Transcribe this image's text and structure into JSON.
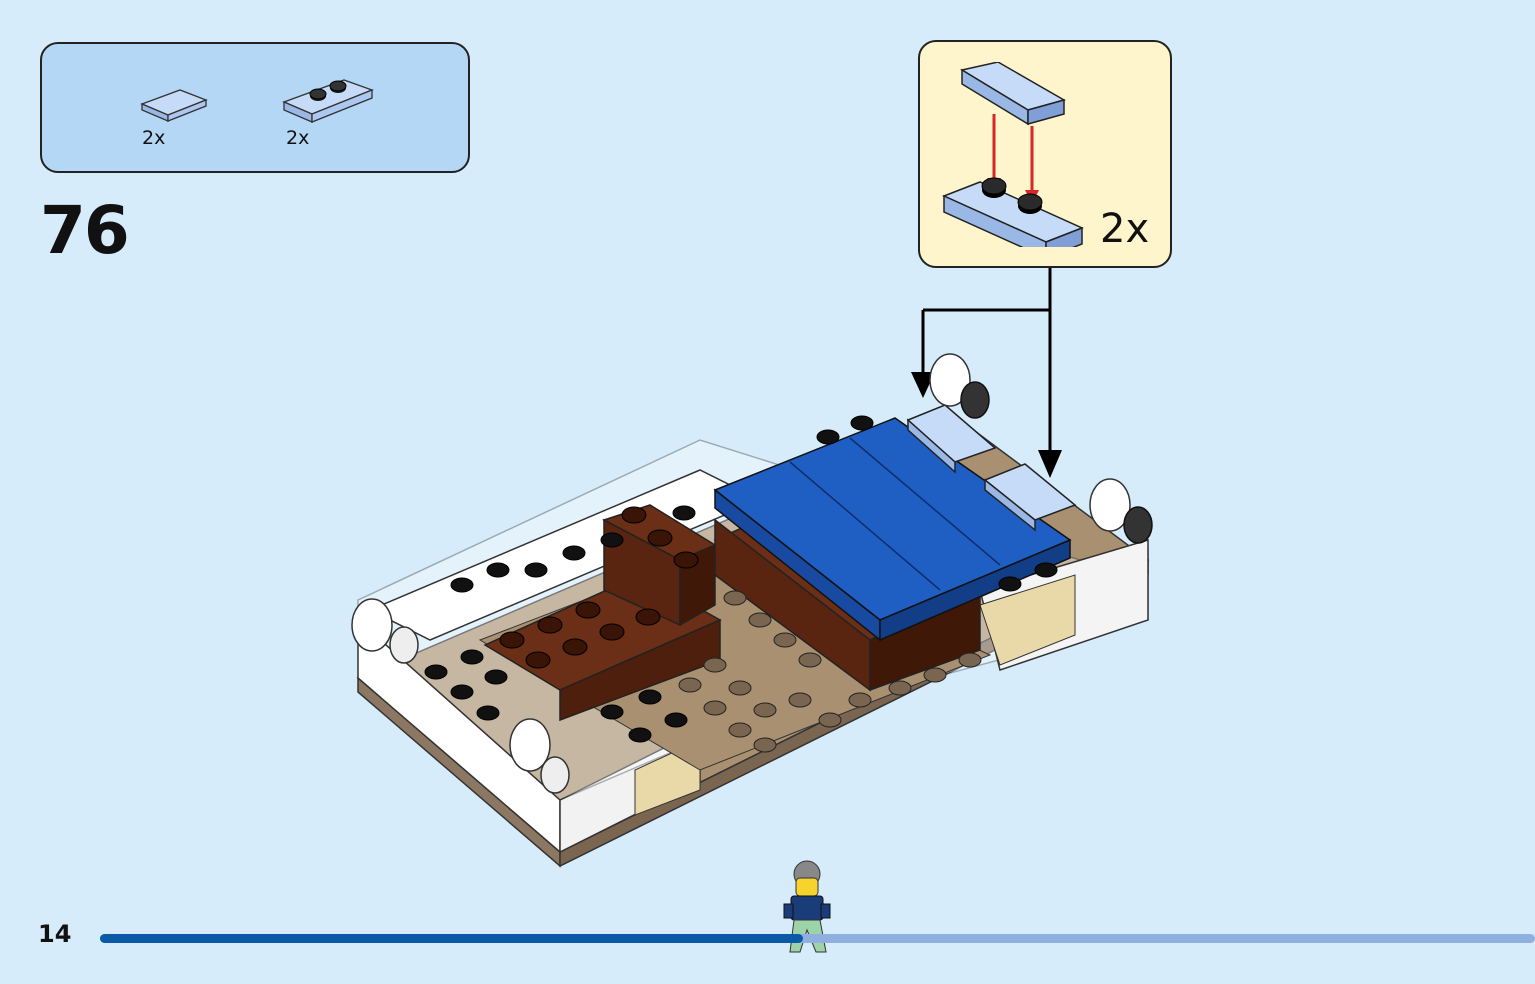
{
  "step": {
    "number": "76"
  },
  "parts_list": {
    "items": [
      {
        "name": "flat-tile-1x2-light-blue-icon",
        "qty": "2x"
      },
      {
        "name": "plate-1x3-two-studs-light-blue-icon",
        "qty": "2x"
      }
    ]
  },
  "callout": {
    "qty": "2x"
  },
  "page": {
    "number": "14"
  },
  "progress": {
    "fraction": 0.49
  },
  "colors": {
    "background": "#d6ecfb",
    "parts_box": "#b4d7f5",
    "callout_bg": "#fff5cc",
    "progress_done": "#0a5aa8",
    "progress_remaining": "#8fb0de",
    "brick_blue": "#1f5fc4",
    "brick_brown": "#6b2e16",
    "plate_tan": "#8c7862",
    "brick_white": "#ffffff",
    "arrow_red": "#d62828"
  }
}
